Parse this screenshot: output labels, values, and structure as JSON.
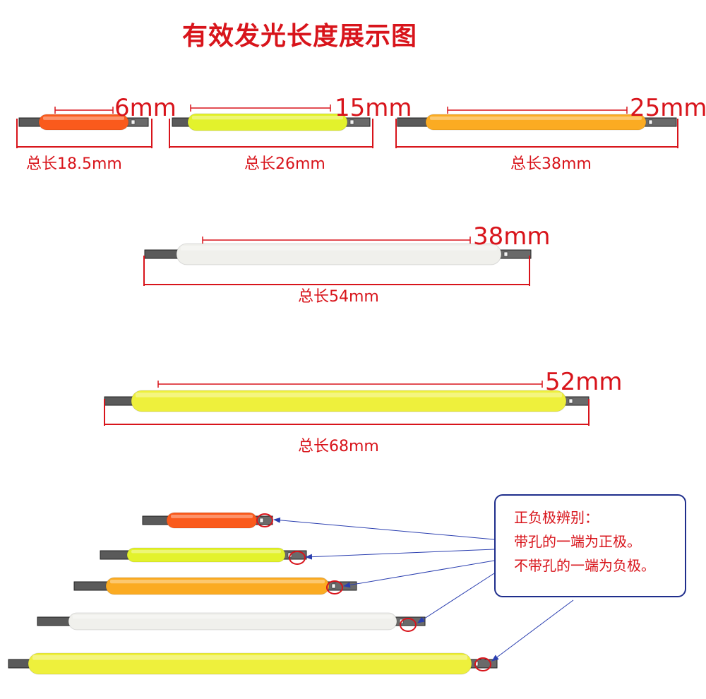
{
  "title": "有效发光长度展示图",
  "filaments": [
    {
      "color": "#fa5a1c",
      "effective_length": "6mm",
      "total_length": "总长18.5mm"
    },
    {
      "color": "#e3f22c",
      "effective_length": "15mm",
      "total_length": "总长26mm"
    },
    {
      "color": "#fbab22",
      "effective_length": "25mm",
      "total_length": "总长38mm"
    },
    {
      "color": "#f0f0ec",
      "effective_length": "38mm",
      "total_length": "总长54mm"
    },
    {
      "color": "#eef03c",
      "effective_length": "52mm",
      "total_length": "总长68mm"
    }
  ],
  "polarity_note": {
    "heading": "正负极辨别：",
    "line1": "带孔的一端为正极。",
    "line2": "不带孔的一端为负极。"
  },
  "colors": {
    "text": "#d8141b",
    "callout_border": "#1f2e8c",
    "arrow": "#2b3fb0",
    "marker": "#d8141b"
  }
}
